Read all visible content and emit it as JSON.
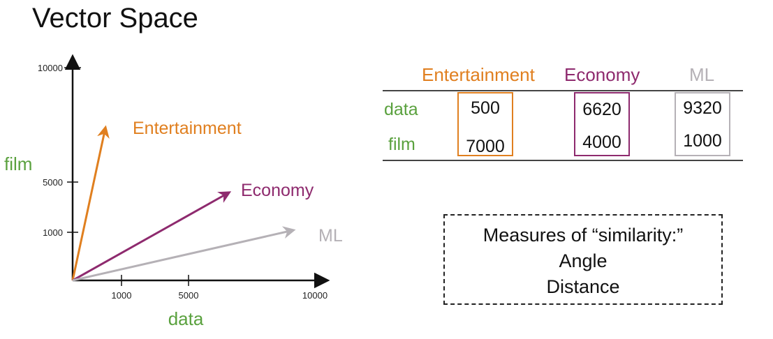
{
  "title": "Vector Space",
  "colors": {
    "entertainment": "#e07f1f",
    "economy": "#8e2a6e",
    "ml": "#b5b1b6",
    "word": "#5aa13e",
    "axis": "#111111"
  },
  "plot": {
    "x_axis_label": "data",
    "y_axis_label": "film",
    "x_ticks": [
      "1000",
      "5000",
      "10000"
    ],
    "y_ticks": [
      "1000",
      "5000",
      "10000"
    ]
  },
  "vectors": [
    {
      "name": "Entertainment",
      "data": 500,
      "film": 7000
    },
    {
      "name": "Economy",
      "data": 6620,
      "film": 4000
    },
    {
      "name": "ML",
      "data": 9320,
      "film": 1000
    }
  ],
  "table": {
    "columns": [
      "Entertainment",
      "Economy",
      "ML"
    ],
    "rows": [
      {
        "label": "data",
        "values": [
          "500",
          "6620",
          "9320"
        ]
      },
      {
        "label": "film",
        "values": [
          "7000",
          "4000",
          "1000"
        ]
      }
    ]
  },
  "similarity": {
    "heading": "Measures of “similarity:”",
    "items": [
      "Angle",
      "Distance"
    ]
  }
}
